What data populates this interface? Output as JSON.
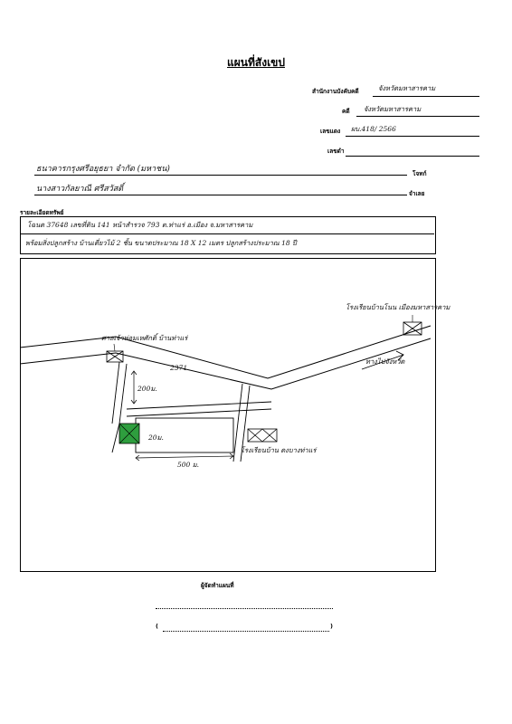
{
  "header": {
    "title": "แผนที่สังเขป",
    "office_label": "สำนักงานบังคับคดี",
    "office_value": "จังหวัดมหาสารคาม",
    "case_label": "คดี",
    "case_value": "จังหวัดมหาสารคาม",
    "number_label": "เลขแดง",
    "number_value": "ผบ.418/ 2566",
    "black_label": "เลขดำ"
  },
  "parties": {
    "plaintiff_value": "ธนาคารกรุงศรีอยุธยา จำกัด (มหาชน)",
    "plaintiff_label": "โจทก์",
    "defendant_value": "นางสาวกัลยาณี ศรีสวัสดิ์",
    "defendant_label": "จำเลย"
  },
  "details": {
    "label": "รายละเอียดทรัพย์",
    "line1": "โฉนด 37648 เลขที่ดิน 141 หน้าสำรวจ 793 ต.ท่าแร่ อ.เมือง จ.มหาสารคาม",
    "line2": "พร้อมสิ่งปลูกสร้าง บ้านเดี่ยวไม้ 2 ชั้น ขนาดประมาณ 18 X 12 เมตร ปลูกสร้างประมาณ 18 ปี"
  },
  "map": {
    "temple_label": "ศาลเจ้าพ่อมเหศักดิ์ บ้านท่าแร่",
    "school_top_label": "โรงเรียนบ้านโนน เมืองมหาสารคาม",
    "road_label": "2371",
    "direction_label": "ทางไปจังหวัด",
    "dist_200": "200ม.",
    "dist_small": "20ม.",
    "dist_500": "500 ม.",
    "school_bottom_label": "โรงเรียนบ้าน ดงบางท่าแร่",
    "highlight_color": "#2e9e3e"
  },
  "footer": {
    "signer_label": "ผู้จัดทำแผนที่",
    "paren_left": "(",
    "paren_right": ")"
  }
}
